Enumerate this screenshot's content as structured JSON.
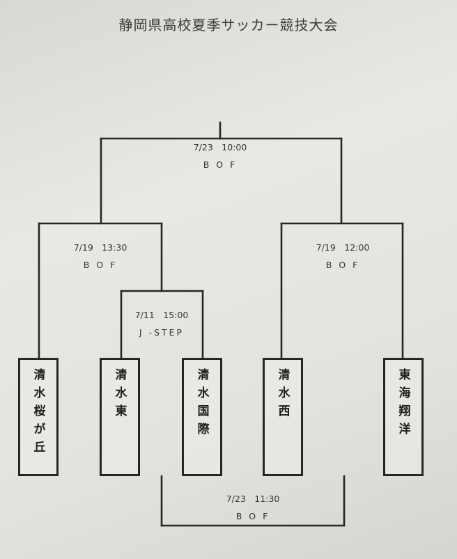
{
  "title": "静岡県高校夏季サッカー競技大会",
  "matches": {
    "final": {
      "time": "7/23　10:00",
      "venue": "B O F"
    },
    "semi_left": {
      "time": "7/19　13:30",
      "venue": "B O F"
    },
    "semi_right": {
      "time": "7/19　12:00",
      "venue": "B O F"
    },
    "first_round": {
      "time": "7/11　15:00",
      "venue": "J -STEP"
    },
    "third_place": {
      "time": "7/23　11:30",
      "venue": "B O F"
    }
  },
  "teams": [
    {
      "name": "清水桜が丘"
    },
    {
      "name": "清水東"
    },
    {
      "name": "清水国際"
    },
    {
      "name": "清水西"
    },
    {
      "name": "東海翔洋"
    }
  ],
  "colors": {
    "line": "#262626",
    "paper": "#e6e5e1"
  }
}
